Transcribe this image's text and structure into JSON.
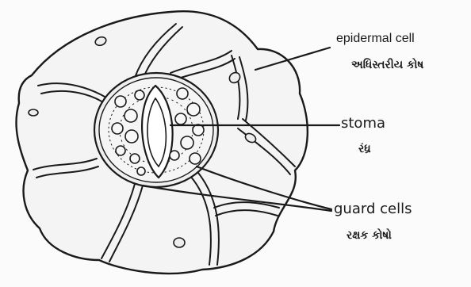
{
  "labels": {
    "epidermal_cell": "epidermal cell",
    "epidermal_cell_gujarati": "અધિસ્તરીય કોષ",
    "stoma": "stoma",
    "stoma_gujarati": "રંધ્ર",
    "guard_cells": "guard cells",
    "guard_cells_gujarati": "રક્ષક કોષો"
  },
  "colors": {
    "ink": "#1a1a1a",
    "background": "#fbfbfb",
    "cell_fill": "#f2f2f2"
  }
}
